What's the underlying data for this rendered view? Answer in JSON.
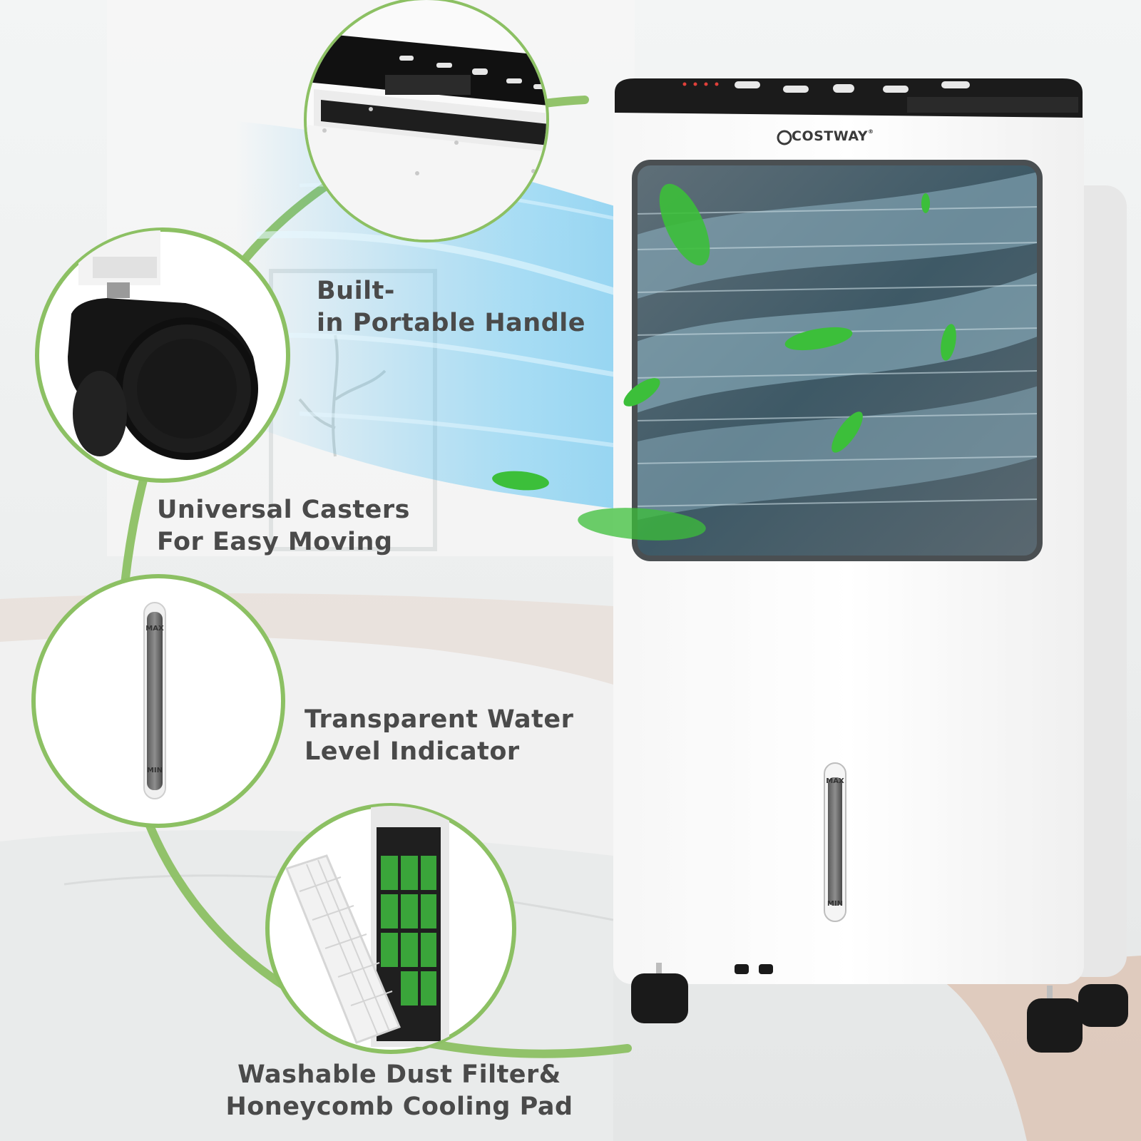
{
  "brand": {
    "name": "COSTWAY",
    "reg_mark": "®"
  },
  "features": [
    {
      "id": "handle",
      "lines": [
        "Built-",
        "in Portable Handle"
      ]
    },
    {
      "id": "casters",
      "lines": [
        "Universal Casters",
        "For Easy Moving"
      ]
    },
    {
      "id": "water-level",
      "lines": [
        "Transparent Water",
        "Level Indicator"
      ]
    },
    {
      "id": "filter",
      "lines": [
        "Washable Dust Filter&",
        "Honeycomb Cooling Pad"
      ]
    }
  ],
  "level_labels": {
    "max": "MAX",
    "min": "MIN"
  },
  "colors": {
    "accent_green": "#8cc063",
    "caption_text": "#4a4a4a",
    "airflow_blue": "#2aa9e8",
    "leaf_green": "#3cbf3a"
  }
}
